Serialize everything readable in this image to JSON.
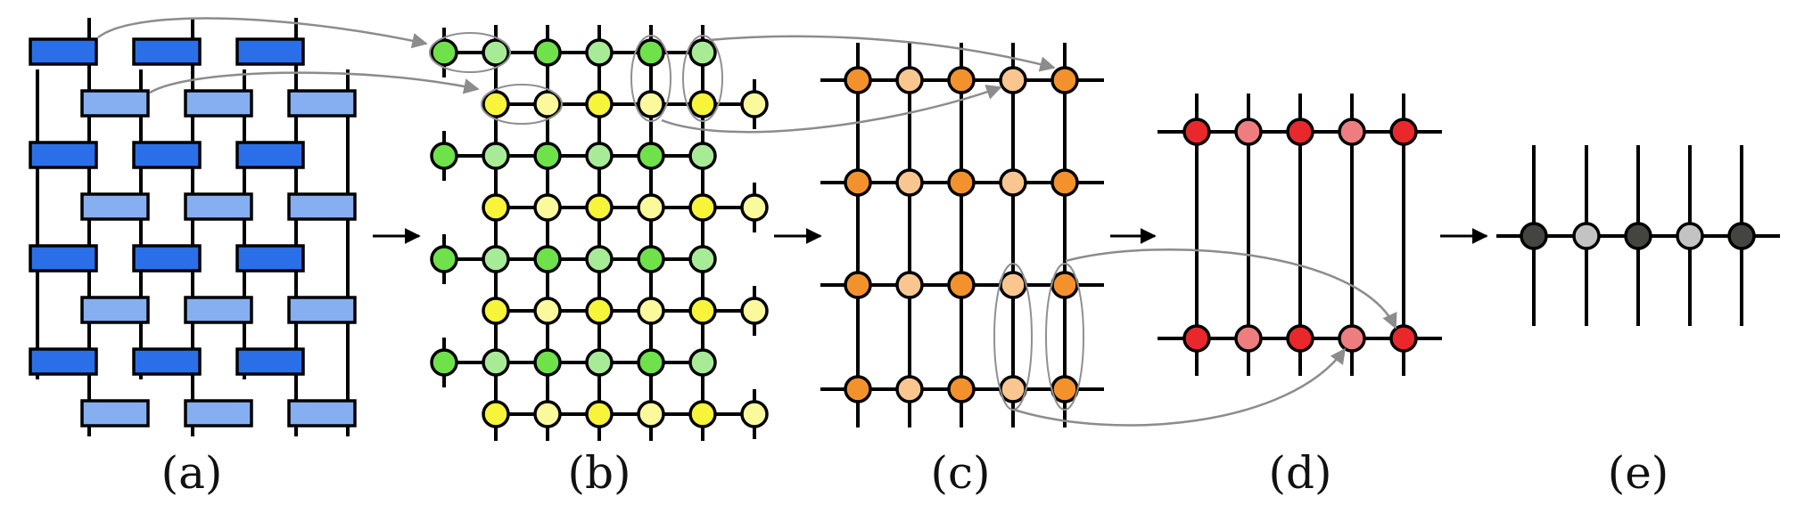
{
  "panels": [
    {
      "id": "a",
      "label": "(a)"
    },
    {
      "id": "b",
      "label": "(b)"
    },
    {
      "id": "c",
      "label": "(c)"
    },
    {
      "id": "d",
      "label": "(d)"
    },
    {
      "id": "e",
      "label": "(e)"
    }
  ],
  "colors": {
    "gate_dark": "#2a6fe8",
    "gate_light": "#86aff1",
    "node_green": "#6fe14a",
    "node_green_light": "#a8eb97",
    "node_yellow": "#f7f43a",
    "node_yellow_light": "#fafa9c",
    "node_orange": "#f3922d",
    "node_orange_light": "#f9c690",
    "node_red": "#e8282b",
    "node_red_light": "#ee7d80",
    "node_dark": "#444440",
    "node_grey": "#c3c3c3",
    "arrow_grey": "#8c8c8c",
    "ink": "#000000"
  }
}
